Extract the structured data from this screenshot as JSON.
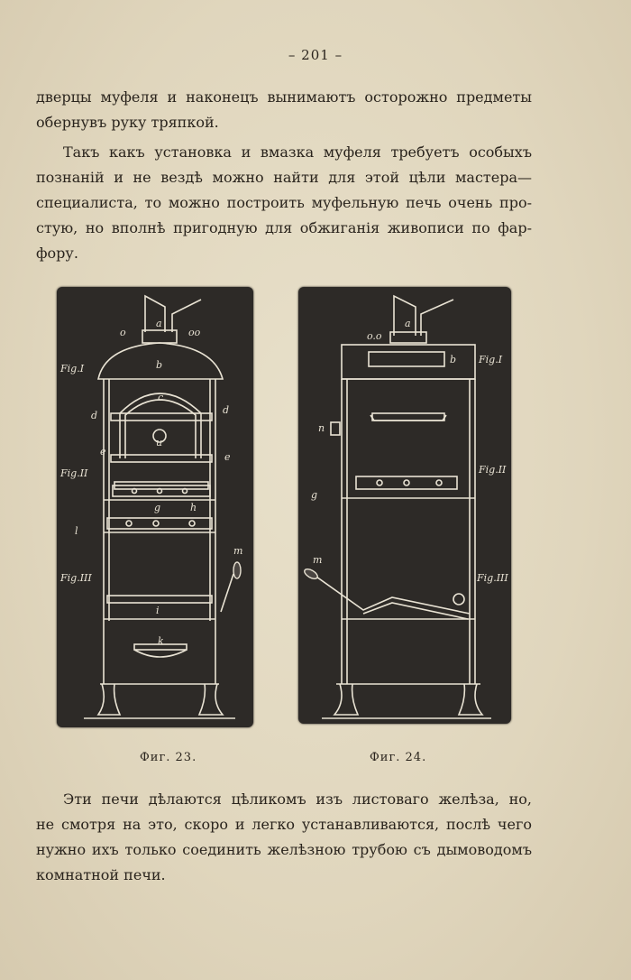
{
  "page": {
    "number": "– 201 –"
  },
  "paragraphs": {
    "p1": [
      "дверцы муфеля и наконецъ вынимаютъ осторожно предметы",
      "обернувъ руку тряпкой."
    ],
    "p2": [
      "Такъ какъ установка и вмазка муфеля требуетъ особыхъ",
      "познанiй и не вездѣ можно найти для этой цѣли мастера—",
      "специалиста, то можно построить муфельную печь очень про-",
      "стую, но вполнѣ пригодную для обжиганiя живописи по фар-",
      "фору."
    ],
    "p3": [
      "Эти печи дѣлаются цѣликомъ изъ листоваго желѣза, но,",
      "не смотря на это, скоро и легко устанавливаются, послѣ чего",
      "нужно ихъ только соединить желѣзною трубою съ дымоводомъ",
      "комнатной печи."
    ]
  },
  "figures": {
    "fig23": {
      "caption": "Фиг. 23.",
      "labels": {
        "a": "a",
        "b": "b",
        "c": "c",
        "d_left": "d",
        "d_right": "d",
        "e_left": "e",
        "e_right": "e",
        "u": "u",
        "g": "g",
        "h": "h",
        "l": "l",
        "m": "m",
        "i": "i",
        "k": "k",
        "o_left": "o",
        "o_right": "oo",
        "fig1": "Fig.I",
        "fig2": "Fig.II",
        "fig3": "Fig.III"
      }
    },
    "fig24": {
      "caption": "Фиг. 24.",
      "labels": {
        "a": "a",
        "b": "b",
        "oo": "o.o",
        "n": "n",
        "g": "g",
        "m": "m",
        "fig1": "Fig.I",
        "fig2": "Fig.II",
        "fig3": "Fig.III"
      }
    }
  }
}
